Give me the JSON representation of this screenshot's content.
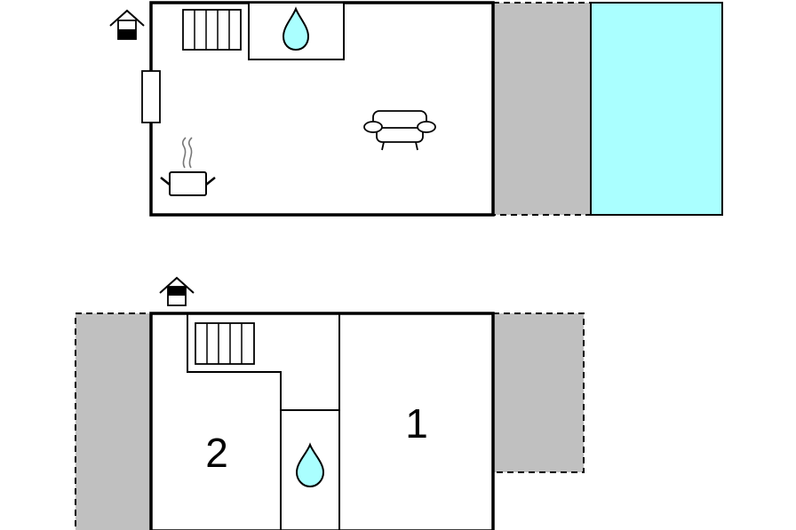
{
  "colors": {
    "wall": "#000000",
    "terrace": "#c0c0c0",
    "pool": "#aaffff",
    "water_drop": "#aaffff",
    "background": "#ffffff"
  },
  "ground_floor": {
    "icons": [
      "entrance-icon",
      "stairs-icon",
      "bathroom-icon",
      "window-icon",
      "kitchen-icon",
      "sofa-icon"
    ],
    "outdoor": [
      "terrace",
      "swimming-pool"
    ]
  },
  "upper_floor": {
    "rooms": [
      {
        "label": "1"
      },
      {
        "label": "2"
      }
    ],
    "icons": [
      "entrance-icon",
      "stairs-icon",
      "bathroom-icon"
    ],
    "outdoor": [
      "terrace-left",
      "terrace-right"
    ]
  }
}
